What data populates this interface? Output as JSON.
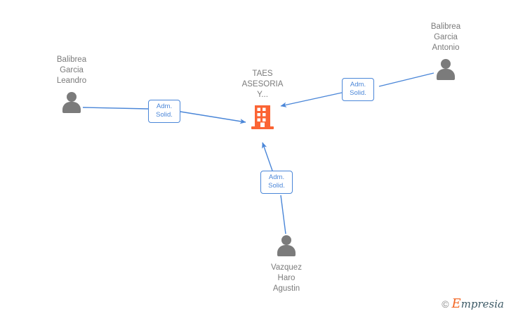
{
  "diagram": {
    "title": "TAES ASESORIA Y...",
    "colors": {
      "company": "#fb6434",
      "person": "#7b7b7b",
      "edge": "#4a86d8",
      "label_text": "#7b7b7b",
      "background": "#ffffff"
    },
    "company": {
      "name": "TAES\nASESORIA\nY...",
      "icon": "company-building-icon"
    },
    "persons": [
      {
        "id": "balibrea-garcia-leandro",
        "name": "Balibrea\nGarcia\nLeandro",
        "icon": "person-icon",
        "label_position": "above"
      },
      {
        "id": "balibrea-garcia-antonio",
        "name": "Balibrea\nGarcia\nAntonio",
        "icon": "person-icon",
        "label_position": "above"
      },
      {
        "id": "vazquez-haro-agustin",
        "name": "Vazquez\nHaro\nAgustin",
        "icon": "person-icon",
        "label_position": "below"
      }
    ],
    "edges": [
      {
        "id": "edge-leandro",
        "from": "balibrea-garcia-leandro",
        "to": "taes-asesoria",
        "label": "Adm.\nSolid."
      },
      {
        "id": "edge-antonio",
        "from": "balibrea-garcia-antonio",
        "to": "taes-asesoria",
        "label": "Adm.\nSolid."
      },
      {
        "id": "edge-agustin",
        "from": "vazquez-haro-agustin",
        "to": "taes-asesoria",
        "label": "Adm.\nSolid."
      }
    ]
  },
  "watermark": {
    "copyright": "©",
    "brand_initial": "E",
    "brand_rest": "mpresia"
  }
}
